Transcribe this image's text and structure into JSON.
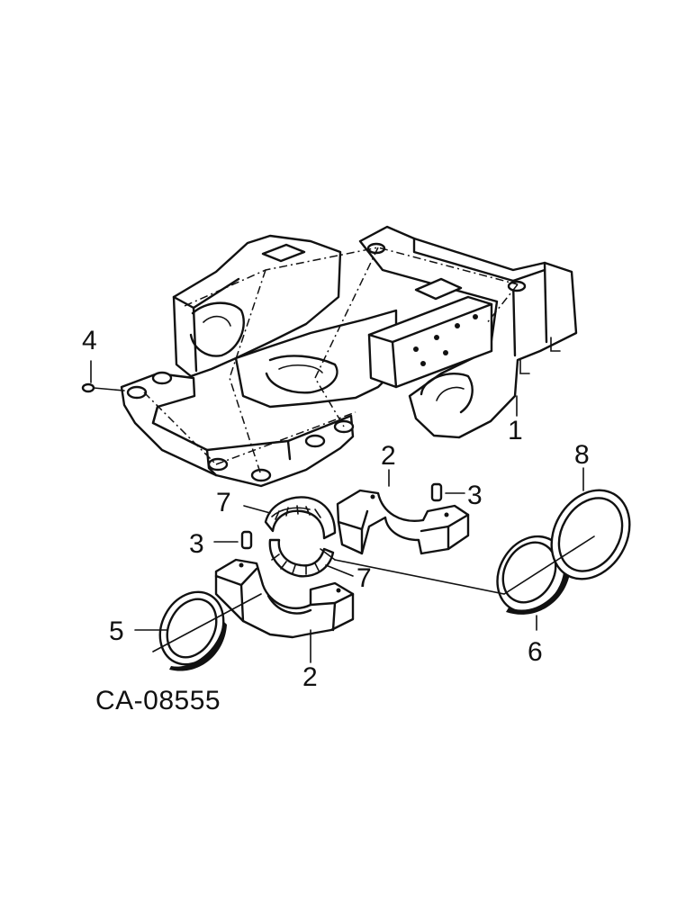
{
  "figure_code": "CA-08555",
  "callouts": {
    "c1": "1",
    "c2_upper": "2",
    "c2_lower": "2",
    "c3_upper": "3",
    "c3_lower": "3",
    "c4": "4",
    "c5": "5",
    "c6": "6",
    "c7_upper": "7",
    "c7_lower": "7",
    "c8": "8"
  }
}
